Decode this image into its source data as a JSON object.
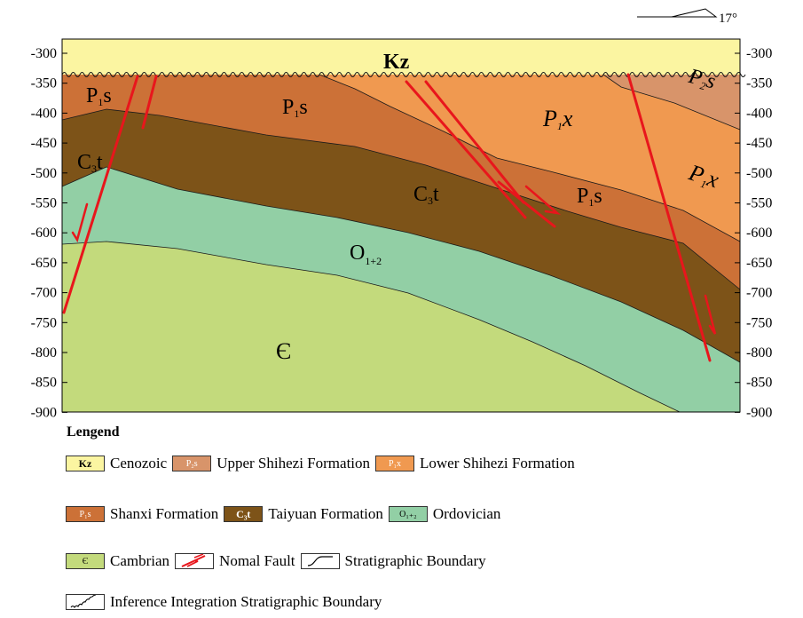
{
  "north": {
    "angle": "17°"
  },
  "axis": {
    "ticks_left": [
      "-300",
      "-350",
      "-400",
      "-450",
      "-500",
      "-550",
      "-600",
      "-650",
      "-700",
      "-750",
      "-800",
      "-850",
      "-900"
    ],
    "ticks_right": [
      "-300",
      "-350",
      "-400",
      "-450",
      "-500",
      "-550",
      "-600",
      "-650",
      "-700",
      "-750",
      "-800",
      "-850",
      "-900"
    ]
  },
  "units": {
    "kz": "Kz",
    "p1s_a": "P",
    "p1s_a_sub": "1",
    "p1s_a_tail": "s",
    "p1s_b": "P",
    "p1s_b_sub": "1",
    "p1s_b_tail": "s",
    "p1s_c": "P",
    "p1s_c_sub": "1",
    "p1s_c_tail": "s",
    "p1x_a": "P",
    "p1x_a_sub": "1",
    "p1x_a_tail": "x",
    "p1x_b": "P",
    "p1x_b_sub": "1",
    "p1x_b_tail": "x",
    "p2s": "P",
    "p2s_sub": "2",
    "p2s_tail": "s",
    "c3t_a": "C",
    "c3t_a_sub": "3",
    "c3t_a_tail": "t",
    "c3t_b": "C",
    "c3t_b_sub": "3",
    "c3t_b_tail": "t",
    "o12": "O",
    "o12_sub": "1+2",
    "cambrian": "Є"
  },
  "legend": {
    "title": "Lengend",
    "items": [
      {
        "code": "Kz",
        "label": "Cenozoic",
        "color": "#fbf5a1"
      },
      {
        "code": "P₂s",
        "label": "Upper  Shihezi  Formation",
        "color": "#d8946a"
      },
      {
        "code": "P₁x",
        "label": "Lower  Shihezi  Formation",
        "color": "#f09950"
      },
      {
        "code": "P₁s",
        "label": "Shanxi  Formation",
        "color": "#cc7137"
      },
      {
        "code": "C₃t",
        "label": "Taiyuan  Formation",
        "color": "#7d5318"
      },
      {
        "code": "O₁₊₂",
        "label": "Ordovician",
        "color": "#92cfa5"
      },
      {
        "code": "Є",
        "label": "Cambrian",
        "color": "#c3da7c"
      },
      {
        "code": "",
        "label": "Nomal  Fault",
        "color": "#ffffff"
      },
      {
        "code": "",
        "label": "Stratigraphic  Boundary",
        "color": "#ffffff"
      },
      {
        "code": "",
        "label": "Inference  Integration  Stratigraphic  Boundary",
        "color": "#ffffff"
      }
    ]
  },
  "colors": {
    "kz": "#fbf5a1",
    "p2s": "#d8946a",
    "p1x": "#f09950",
    "p1s": "#cc7137",
    "c3t": "#7d5318",
    "o12": "#92cfa5",
    "cambrian": "#c3da7c",
    "fault": "#e8161c"
  }
}
